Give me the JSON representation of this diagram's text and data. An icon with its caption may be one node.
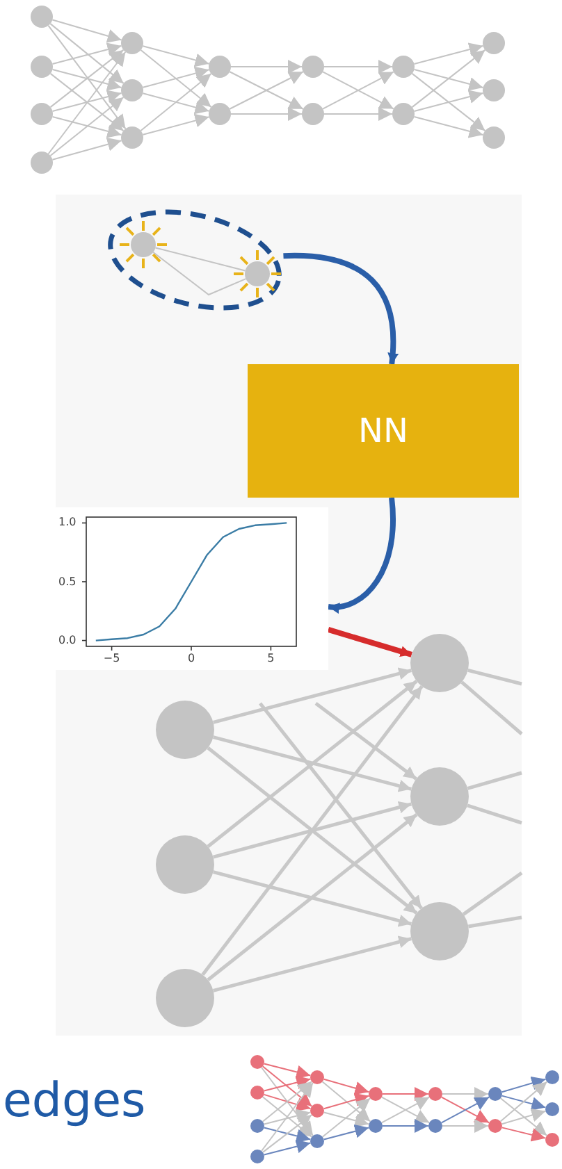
{
  "diagram": {
    "nodes": [
      {
        "text": [],
        "shape": "circle"
      },
      {
        "text": [],
        "shape": "circle"
      },
      {
        "text": [],
        "shape": "circle"
      },
      {
        "text": [],
        "shape": "circle"
      },
      {
        "text": [],
        "shape": "circle"
      },
      {
        "text": [],
        "shape": "circle"
      },
      {
        "text": [],
        "shape": "circle"
      },
      {
        "text": [],
        "shape": "circle"
      },
      {
        "text": [],
        "shape": "circle"
      },
      {
        "text": [],
        "shape": "circle"
      },
      {
        "text": [],
        "shape": "circle"
      },
      {
        "text": [],
        "shape": "circle"
      },
      {
        "text": [],
        "shape": "circle"
      },
      {
        "text": [],
        "shape": "circle"
      },
      {
        "text": [],
        "shape": "circle"
      },
      {
        "text": [],
        "shape": "circle"
      },
      {
        "text": [],
        "shape": "circle"
      },
      {
        "text": [],
        "shape": "circle",
        "in": 16
      },
      {
        "text": [],
        "shape": "circle",
        "in": 16
      },
      {
        "text": [
          "NN"
        ]
      },
      {
        "text": [],
        "shape": "picture"
      },
      {
        "text": [],
        "shape": "circle"
      },
      {
        "text": [],
        "shape": "circle"
      },
      {
        "text": [],
        "shape": "circle"
      },
      {
        "text": [],
        "shape": "circle"
      },
      {
        "text": [],
        "shape": "circle"
      },
      {
        "text": [],
        "shape": "circle"
      },
      {
        "text": [],
        "shape": "circle"
      },
      {
        "text": [],
        "shape": "circle"
      },
      {
        "text": [],
        "shape": "circle"
      },
      {
        "text": [],
        "shape": "circle"
      },
      {
        "text": [],
        "shape": "circle"
      },
      {
        "text": [],
        "shape": "circle"
      },
      {
        "text": [],
        "shape": "circle"
      },
      {
        "text": [],
        "shape": "circle"
      },
      {
        "text": [],
        "shape": "circle"
      },
      {
        "text": [],
        "shape": "circle"
      },
      {
        "text": [],
        "shape": "circle"
      },
      {
        "text": [],
        "shape": "circle"
      },
      {
        "text": [],
        "shape": "circle"
      },
      {
        "text": [],
        "shape": "circle"
      },
      {
        "text": [],
        "shape": "circle"
      },
      {
        "text": [],
        "shape": "circle"
      }
    ],
    "edges": [
      {
        "from": 0,
        "to": 4,
        "arrow": "to"
      },
      {
        "from": 0,
        "to": 5,
        "arrow": "to"
      },
      {
        "from": 0,
        "to": 6,
        "arrow": "to"
      },
      {
        "from": 1,
        "to": 4,
        "arrow": "to"
      },
      {
        "from": 1,
        "to": 5,
        "arrow": "to"
      },
      {
        "from": 1,
        "to": 6,
        "arrow": "to"
      },
      {
        "from": 2,
        "to": 4,
        "arrow": "to"
      },
      {
        "from": 2,
        "to": 5,
        "arrow": "to"
      },
      {
        "from": 2,
        "to": 6,
        "arrow": "to"
      },
      {
        "from": 3,
        "to": 4,
        "arrow": "to"
      },
      {
        "from": 3,
        "to": 5,
        "arrow": "to"
      },
      {
        "from": 3,
        "to": 6,
        "arrow": "to"
      },
      {
        "from": 4,
        "to": 7,
        "arrow": "to"
      },
      {
        "from": 4,
        "to": 8,
        "arrow": "to"
      },
      {
        "from": 5,
        "to": 7,
        "arrow": "to"
      },
      {
        "from": 5,
        "to": 8,
        "arrow": "to"
      },
      {
        "from": 6,
        "to": 7,
        "arrow": "to"
      },
      {
        "from": 6,
        "to": 8,
        "arrow": "to"
      },
      {
        "from": 7,
        "to": 9,
        "arrow": "to"
      },
      {
        "from": 7,
        "to": 10,
        "arrow": "to"
      },
      {
        "from": 8,
        "to": 9,
        "arrow": "to"
      },
      {
        "from": 8,
        "to": 10,
        "arrow": "to"
      },
      {
        "from": 9,
        "to": 11,
        "arrow": "to"
      },
      {
        "from": 9,
        "to": 12,
        "arrow": "to"
      },
      {
        "from": 10,
        "to": 11,
        "arrow": "to"
      },
      {
        "from": 10,
        "to": 12,
        "arrow": "to"
      },
      {
        "from": 11,
        "to": 13,
        "arrow": "to"
      },
      {
        "from": 11,
        "to": 14,
        "arrow": "to"
      },
      {
        "from": 11,
        "to": 15,
        "arrow": "to"
      },
      {
        "from": 12,
        "to": 13,
        "arrow": "to"
      },
      {
        "from": 12,
        "to": 14,
        "arrow": "to"
      },
      {
        "from": 12,
        "to": 15,
        "arrow": "to"
      },
      {
        "from": 16,
        "to": 19,
        "arrow": "to",
        "style": "thick",
        "color": "#2a5ea8"
      },
      {
        "from": 19,
        "to": 20,
        "arrow": "to",
        "style": "thick",
        "color": "#2a5ea8"
      },
      {
        "from": 20,
        "to": 24,
        "arrow": "to",
        "style": "thick",
        "color": "#d62c2c"
      },
      {
        "from": 17,
        "to": 18,
        "arrow": "none"
      },
      {
        "from": 17,
        "to": 18,
        "arrow": "none"
      },
      {
        "from": 21,
        "to": 24,
        "arrow": "to",
        "style": "thick"
      },
      {
        "from": 21,
        "to": 25,
        "arrow": "to",
        "style": "thick"
      },
      {
        "from": 21,
        "to": 26,
        "arrow": "to",
        "style": "thick"
      },
      {
        "from": 22,
        "to": 24,
        "arrow": "to",
        "style": "thick"
      },
      {
        "from": 22,
        "to": 25,
        "arrow": "to",
        "style": "thick"
      },
      {
        "from": 22,
        "to": 26,
        "arrow": "to",
        "style": "thick"
      },
      {
        "from": 23,
        "to": 24,
        "arrow": "to",
        "style": "thick"
      },
      {
        "from": 23,
        "to": 25,
        "arrow": "to",
        "style": "thick"
      },
      {
        "from": 23,
        "to": 26,
        "arrow": "to",
        "style": "thick"
      },
      {
        "from": null,
        "to": 26,
        "arrow": "to",
        "style": "thick"
      },
      {
        "from": null,
        "to": 25,
        "arrow": "to",
        "style": "thick"
      },
      {
        "from": 24,
        "to": null,
        "arrow": "none",
        "style": "thick"
      },
      {
        "from": 24,
        "to": null,
        "arrow": "none",
        "style": "thick"
      },
      {
        "from": 25,
        "to": null,
        "arrow": "none",
        "style": "thick"
      },
      {
        "from": 25,
        "to": null,
        "arrow": "none",
        "style": "thick"
      },
      {
        "from": 26,
        "to": null,
        "arrow": "none",
        "style": "thick"
      },
      {
        "from": 26,
        "to": null,
        "arrow": "none",
        "style": "thick"
      },
      {
        "from": 27,
        "to": 31,
        "arrow": "to",
        "color": "#e8707a"
      },
      {
        "from": 27,
        "to": 32,
        "arrow": "to",
        "color": "#e8707a"
      },
      {
        "from": 27,
        "to": 33,
        "arrow": "to"
      },
      {
        "from": 28,
        "to": 31,
        "arrow": "to",
        "color": "#e8707a"
      },
      {
        "from": 28,
        "to": 32,
        "arrow": "to",
        "color": "#e8707a"
      },
      {
        "from": 28,
        "to": 33,
        "arrow": "to"
      },
      {
        "from": 29,
        "to": 31,
        "arrow": "to"
      },
      {
        "from": 29,
        "to": 32,
        "arrow": "to"
      },
      {
        "from": 29,
        "to": 33,
        "arrow": "to",
        "color": "#6a86bd"
      },
      {
        "from": 30,
        "to": 31,
        "arrow": "to"
      },
      {
        "from": 30,
        "to": 32,
        "arrow": "to"
      },
      {
        "from": 30,
        "to": 33,
        "arrow": "to",
        "color": "#6a86bd"
      },
      {
        "from": 31,
        "to": 34,
        "arrow": "to",
        "color": "#e8707a"
      },
      {
        "from": 31,
        "to": 35,
        "arrow": "to"
      },
      {
        "from": 32,
        "to": 34,
        "arrow": "to",
        "color": "#e8707a"
      },
      {
        "from": 32,
        "to": 35,
        "arrow": "to"
      },
      {
        "from": 33,
        "to": 34,
        "arrow": "to"
      },
      {
        "from": 33,
        "to": 35,
        "arrow": "to",
        "color": "#6a86bd"
      },
      {
        "from": 34,
        "to": 36,
        "arrow": "to",
        "color": "#e8707a"
      },
      {
        "from": 34,
        "to": 37,
        "arrow": "to"
      },
      {
        "from": 35,
        "to": 36,
        "arrow": "to"
      },
      {
        "from": 35,
        "to": 37,
        "arrow": "to",
        "color": "#6a86bd"
      },
      {
        "from": 36,
        "to": 38,
        "arrow": "to"
      },
      {
        "from": 36,
        "to": 39,
        "arrow": "to",
        "color": "#e8707a"
      },
      {
        "from": 37,
        "to": 38,
        "arrow": "to",
        "color": "#6a86bd"
      },
      {
        "from": 37,
        "to": 39,
        "arrow": "to"
      },
      {
        "from": 38,
        "to": 40,
        "arrow": "to",
        "color": "#6a86bd"
      },
      {
        "from": 38,
        "to": 41,
        "arrow": "to",
        "color": "#6a86bd"
      },
      {
        "from": 38,
        "to": 42,
        "arrow": "to"
      },
      {
        "from": 39,
        "to": 40,
        "arrow": "to"
      },
      {
        "from": 39,
        "to": 41,
        "arrow": "to"
      },
      {
        "from": 39,
        "to": 42,
        "arrow": "to",
        "color": "#e8707a"
      }
    ],
    "labels": [
      "edges"
    ],
    "chart_data": {
      "type": "line",
      "x": [
        -6,
        -5,
        -4,
        -3,
        -2,
        -1,
        0,
        1,
        2,
        3,
        4,
        5,
        6
      ],
      "series": [
        {
          "color": "#3a7ca5",
          "values": [
            0.0,
            0.01,
            0.02,
            0.05,
            0.12,
            0.27,
            0.5,
            0.73,
            0.88,
            0.95,
            0.98,
            0.99,
            1.0
          ]
        }
      ],
      "xlim": [
        -6.6,
        6.6
      ],
      "ylim": [
        -0.05,
        1.05
      ],
      "xticks": [
        {
          "value": -5,
          "label": "−5"
        },
        0,
        5
      ],
      "yticks": [
        {
          "value": 0,
          "label": "0.0"
        },
        {
          "value": 0.5,
          "label": "0.5"
        },
        {
          "value": 1,
          "label": "1.0"
        }
      ]
    }
  }
}
